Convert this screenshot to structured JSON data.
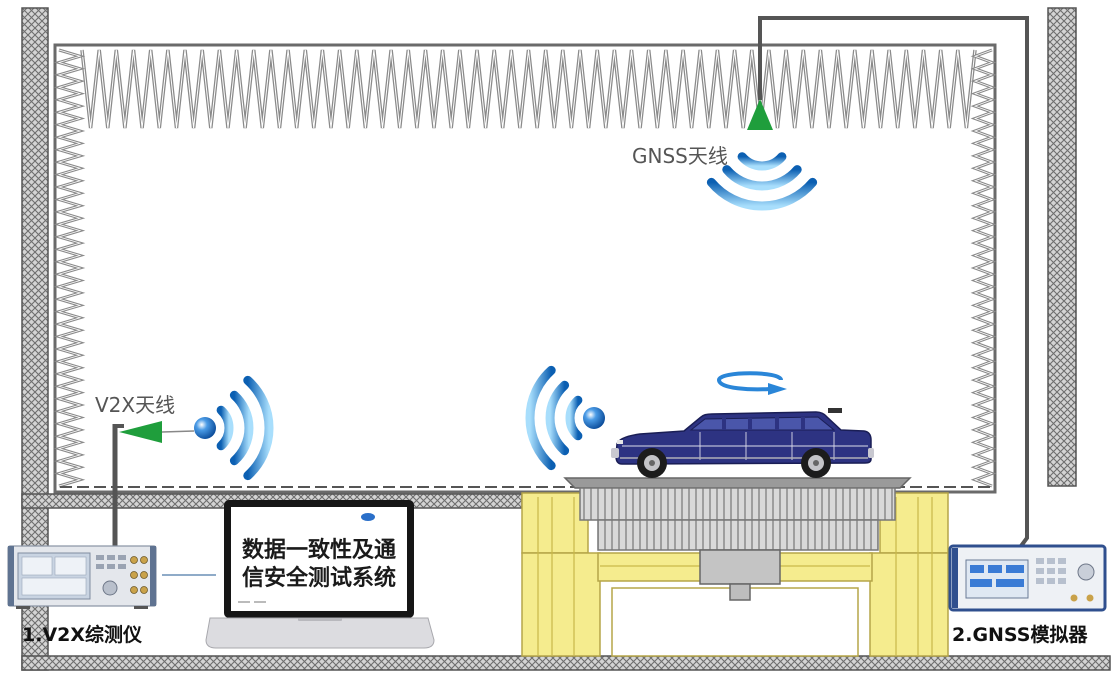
{
  "antennas": {
    "gnss_label": "GNSS天线",
    "v2x_label": "V2X天线"
  },
  "laptop": {
    "screen_lines": [
      "数据一致性及通",
      "信安全测试系统"
    ]
  },
  "instruments": {
    "v2x_tester_label": "1.V2X综测仪",
    "gnss_simulator_label": "2.GNSS模拟器"
  },
  "colors": {
    "antenna_green": "#1f9e3c",
    "wave_blue": "#0b5fb2",
    "wave_light": "#a8defc",
    "turntable_yellow": "#f5ec8e",
    "car_navy": "#2d3382",
    "cable_gray": "#555555"
  }
}
